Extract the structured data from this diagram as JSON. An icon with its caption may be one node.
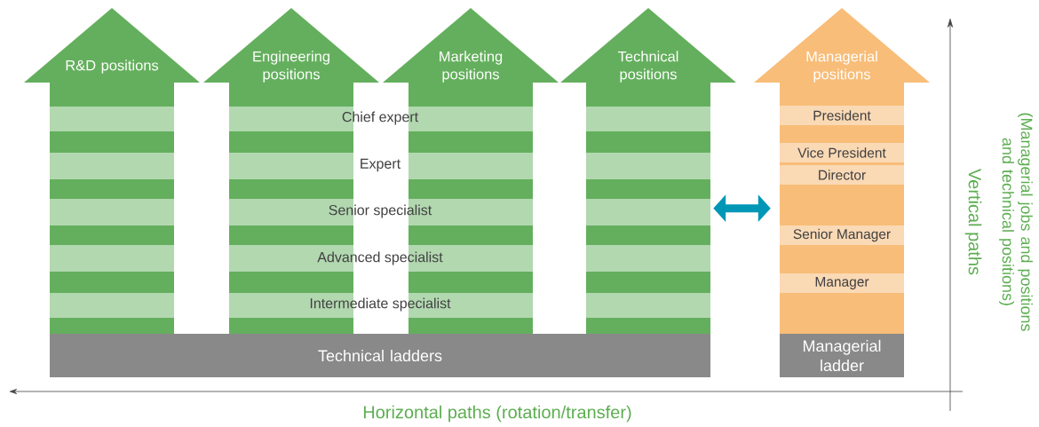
{
  "diagram": {
    "nodes": [
      {
        "text": [
          "R&D positions"
        ]
      },
      {
        "text": [
          "Engineering positions"
        ]
      },
      {
        "text": [
          "Marketing positions"
        ]
      },
      {
        "text": [
          "Technical positions"
        ]
      },
      {
        "text": [
          "Managerial positions"
        ]
      },
      {
        "text": [
          "President"
        ],
        "in": 4
      },
      {
        "text": [
          "Vice President"
        ],
        "in": 4
      },
      {
        "text": [
          "Director"
        ],
        "in": 4
      },
      {
        "text": [
          "Senior Manager"
        ],
        "in": 4
      },
      {
        "text": [
          "Manager"
        ],
        "in": 4
      },
      {
        "text": [
          "Technical ladders"
        ]
      },
      {
        "text": [
          "Managerial ladder"
        ]
      }
    ],
    "edges": [
      {
        "from": 3,
        "to": 4,
        "arrow": "both"
      }
    ],
    "labels": [
      "Chief expert",
      "Expert",
      "Senior specialist",
      "Advanced specialist",
      "Intermediate specialist",
      "Horizontal paths (rotation/transfer)",
      "Vertical paths",
      "(Managerial jobs and positions and technical positions)"
    ]
  }
}
